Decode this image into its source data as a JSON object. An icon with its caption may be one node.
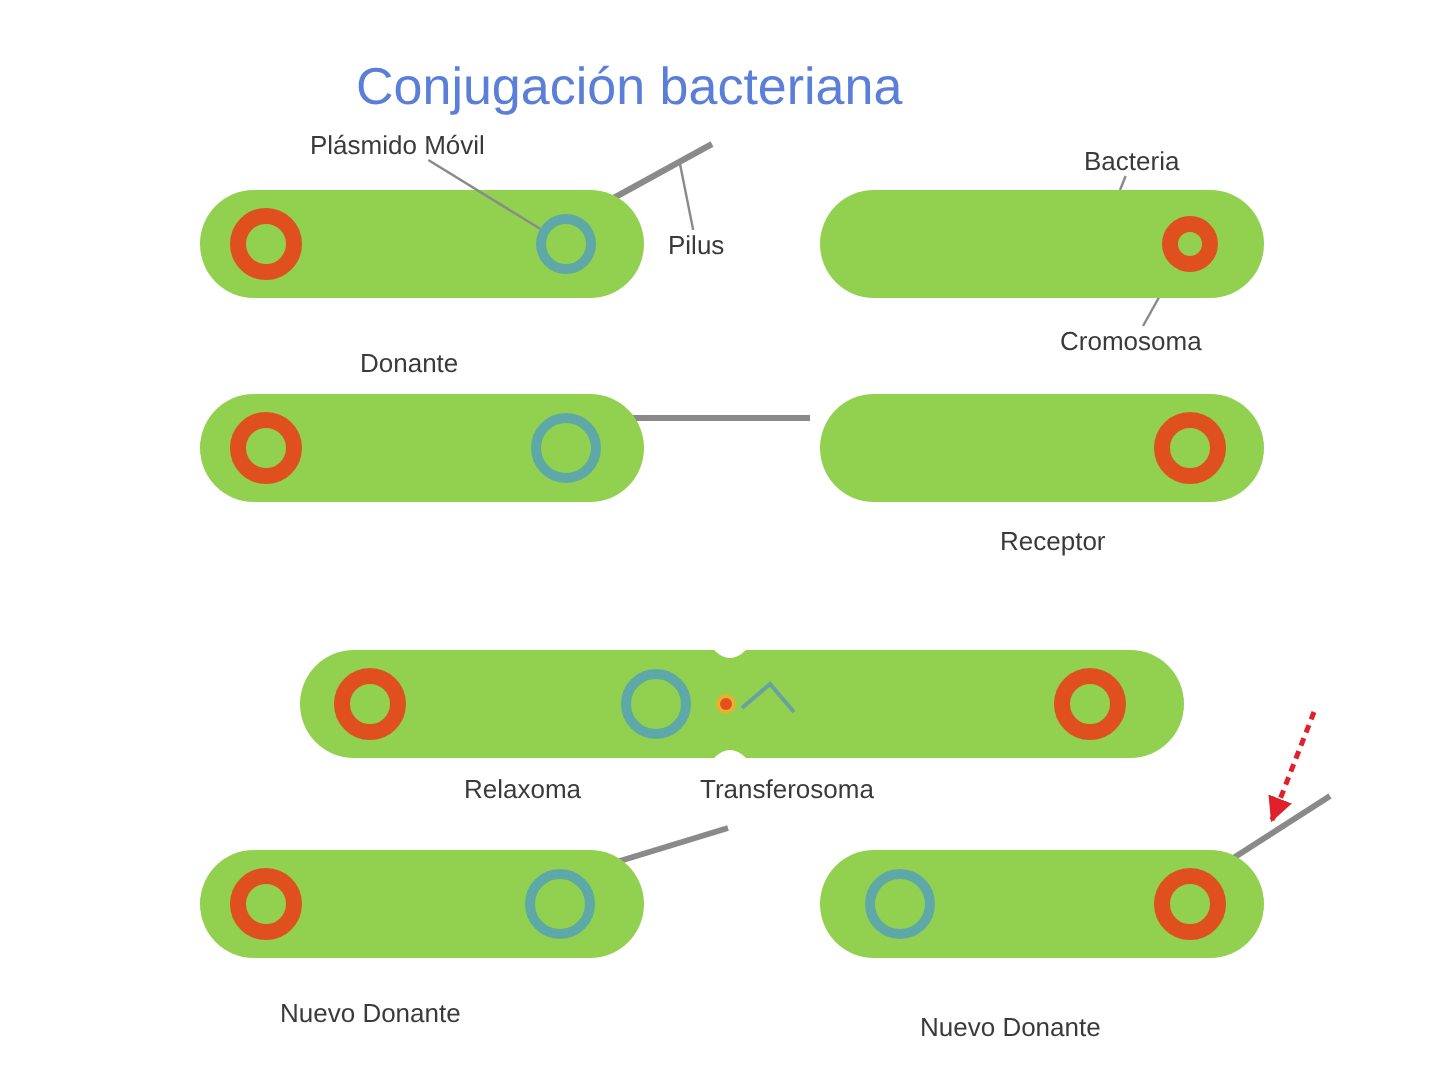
{
  "diagram": {
    "title": "Conjugación bacteriana",
    "nodes": [
      {
        "text": [
          "Plásmido Móvil"
        ]
      },
      {
        "text": [],
        "shape": "circle"
      },
      {
        "text": [
          "Pilus"
        ]
      },
      {
        "text": [
          "Bacteria"
        ]
      },
      {
        "text": [],
        "shape": "box"
      },
      {
        "text": [],
        "shape": "circle",
        "in": 4
      },
      {
        "text": [
          "Cromosoma"
        ]
      }
    ],
    "edges": [
      {
        "from": 0,
        "to": 1,
        "arrow": "none"
      },
      {
        "from": 2,
        "to": null,
        "arrow": "none"
      },
      {
        "from": 3,
        "to": 4,
        "arrow": "none"
      },
      {
        "from": 6,
        "to": 5,
        "arrow": "none"
      }
    ],
    "labels": [
      "Donante",
      "Receptor",
      "Relaxoma",
      "Transferosoma",
      "Nuevo Donante",
      "Nuevo Donante"
    ]
  }
}
